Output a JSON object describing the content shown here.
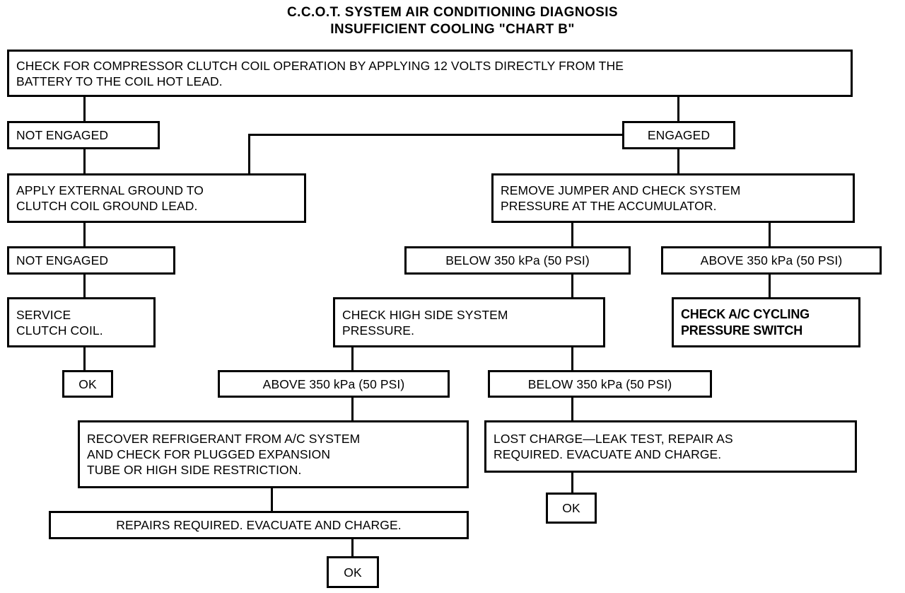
{
  "title": {
    "line1": "C.C.O.T. SYSTEM AIR CONDITIONING DIAGNOSIS",
    "line2": "INSUFFICIENT COOLING \"CHART B\""
  },
  "nodes": {
    "start": "CHECK FOR COMPRESSOR CLUTCH COIL OPERATION BY APPLYING 12 VOLTS DIRECTLY FROM THE\nBATTERY TO THE COIL HOT LEAD.",
    "not_engaged_1": "NOT ENGAGED",
    "engaged": "ENGAGED",
    "apply_ground": "APPLY EXTERNAL GROUND TO\nCLUTCH COIL GROUND LEAD.",
    "remove_jumper": "REMOVE JUMPER AND CHECK SYSTEM\nPRESSURE AT THE ACCUMULATOR.",
    "not_engaged_2": "NOT ENGAGED",
    "below_350_a": "BELOW 350  kPa (50 PSI)",
    "above_350_a": "ABOVE 350 kPa (50 PSI)",
    "service_clutch": "SERVICE\nCLUTCH COIL.",
    "check_high_side": "CHECK HIGH SIDE SYSTEM\nPRESSURE.",
    "check_cycling_switch": "CHECK A/C CYCLING\nPRESSURE SWITCH",
    "ok_1": "OK",
    "above_350_b": "ABOVE 350 kPa (50 PSI)",
    "below_350_b": "BELOW 350 kPa (50 PSI)",
    "recover_refrigerant": "RECOVER REFRIGERANT FROM A/C SYSTEM\nAND CHECK FOR PLUGGED EXPANSION\nTUBE OR HIGH SIDE RESTRICTION.",
    "lost_charge": "LOST CHARGE—LEAK TEST, REPAIR AS\nREQUIRED.  EVACUATE AND CHARGE.",
    "ok_2": "OK",
    "repairs_required": "REPAIRS REQUIRED.  EVACUATE AND CHARGE.",
    "ok_3": "OK"
  },
  "colors": {
    "ink": "#000000",
    "paper": "#ffffff"
  }
}
